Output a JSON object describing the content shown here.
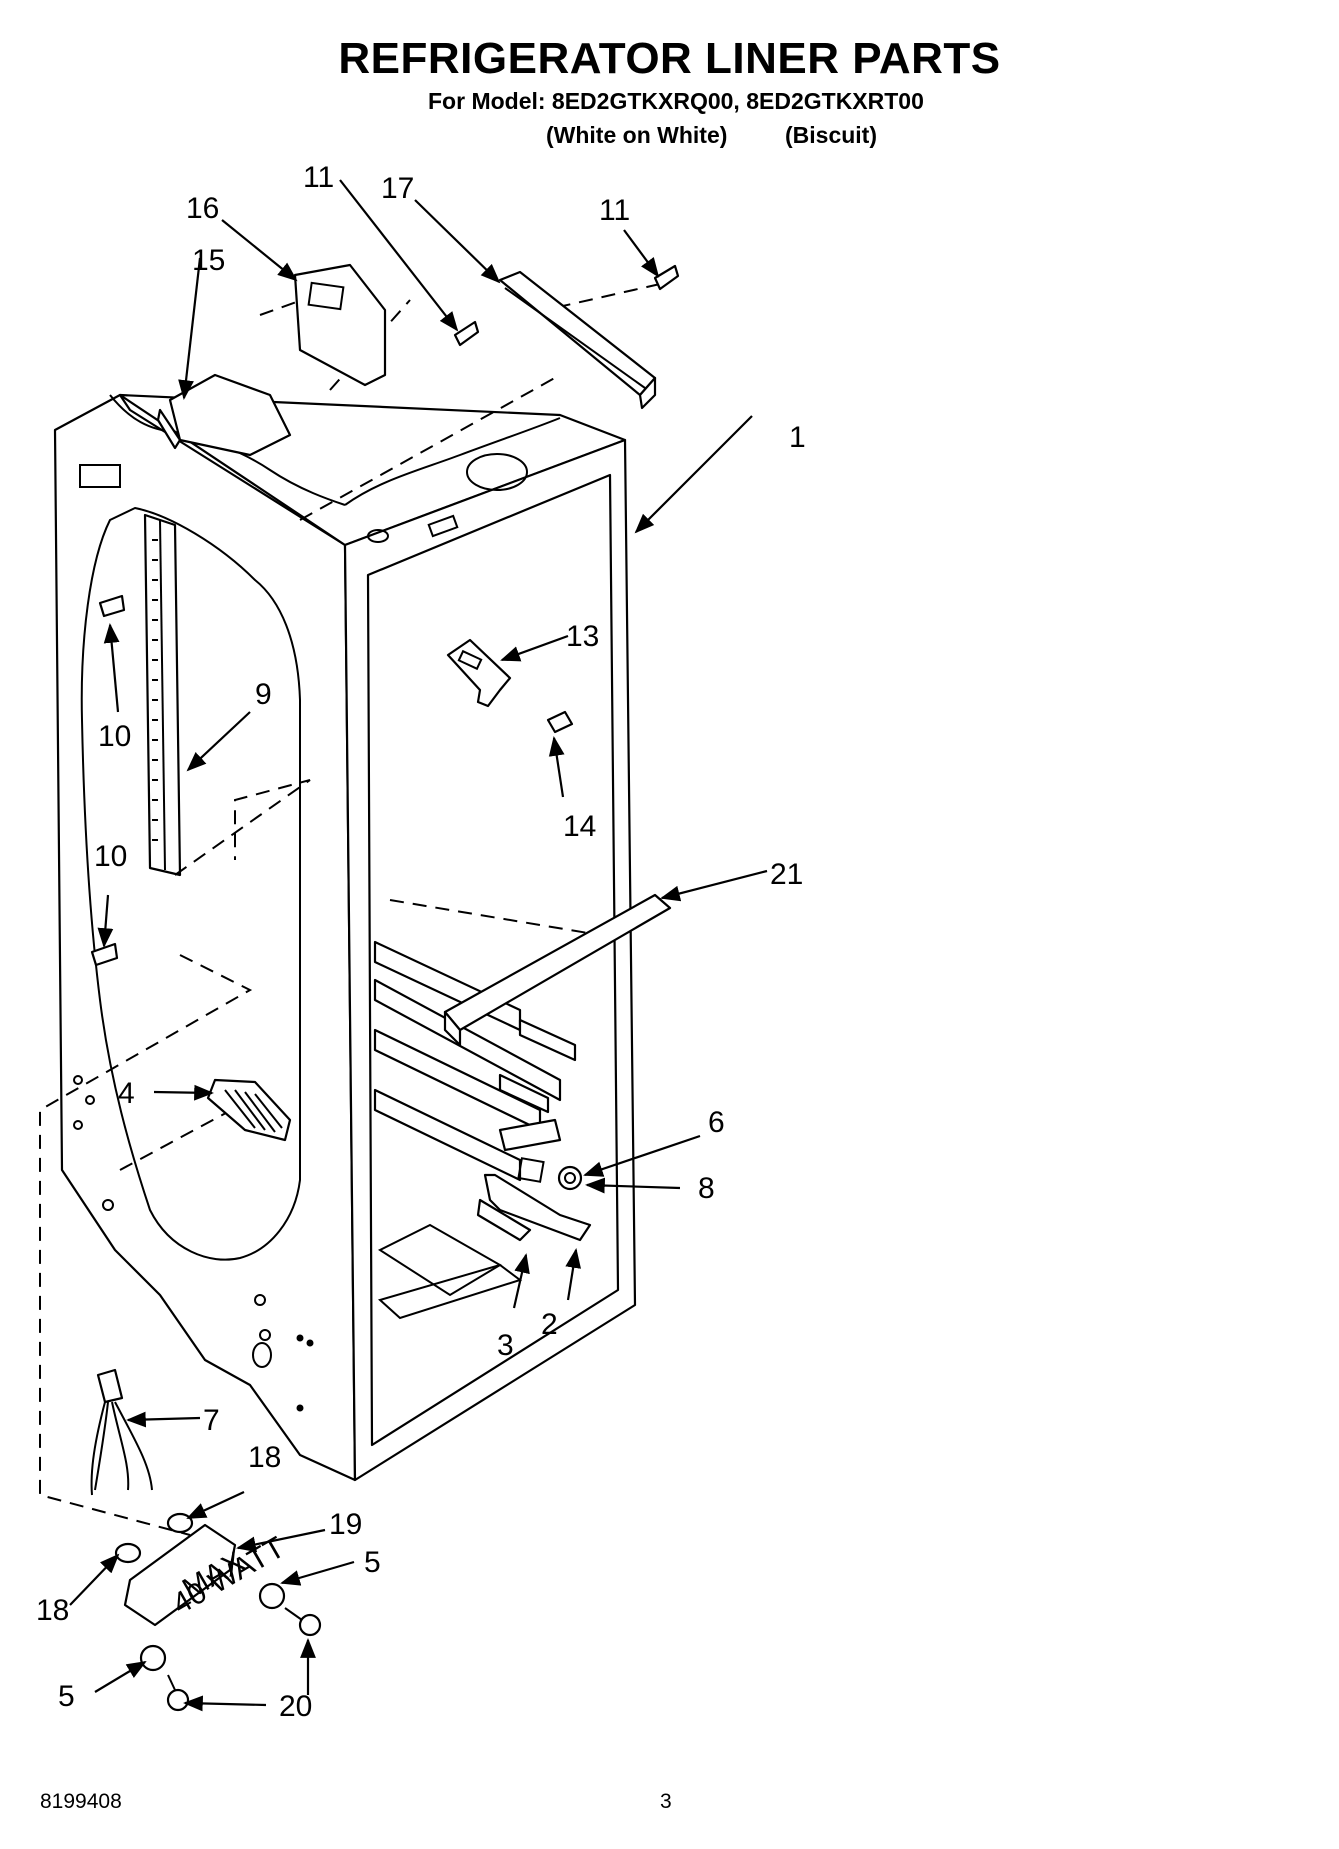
{
  "header": {
    "title": "REFRIGERATOR LINER PARTS",
    "model_line": "For Model: 8ED2GTKXRQ00, 8ED2GTKXRT00",
    "variants": [
      "(White on White)",
      "(Biscuit)"
    ]
  },
  "diagram": {
    "callouts": {
      "c1": "1",
      "c2": "2",
      "c3": "3",
      "c4": "4",
      "c5a": "5",
      "c5b": "5",
      "c6": "6",
      "c7": "7",
      "c8": "8",
      "c9": "9",
      "c10a": "10",
      "c10b": "10",
      "c11a": "11",
      "c11b": "11",
      "c13": "13",
      "c14": "14",
      "c15": "15",
      "c16": "16",
      "c17": "17",
      "c18a": "18",
      "c18b": "18",
      "c19": "19",
      "c20": "20",
      "c21": "21"
    },
    "lamp_housing_label_line1": "MAX",
    "lamp_housing_label_line2": "40 WATT"
  },
  "footer": {
    "document_number": "8199408",
    "page_number": "3"
  }
}
